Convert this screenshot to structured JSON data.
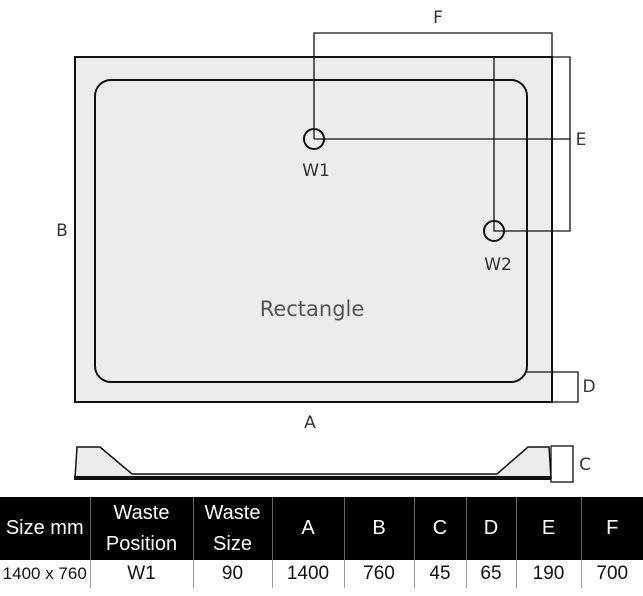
{
  "diagram": {
    "shape_label": "Rectangle",
    "dimension_labels": {
      "A": "A",
      "B": "B",
      "C": "C",
      "D": "D",
      "E": "E",
      "F": "F"
    },
    "waste_labels": [
      "W1",
      "W2"
    ],
    "colors": {
      "tray_fill": "#ececec",
      "line": "#111111",
      "header_bg": "#000000"
    }
  },
  "table": {
    "headers": [
      "Size mm",
      "Waste Position",
      "Waste Size",
      "A",
      "B",
      "C",
      "D",
      "E",
      "F"
    ],
    "rows": [
      [
        "1400 x 760",
        "W1",
        "90",
        "1400",
        "760",
        "45",
        "65",
        "190",
        "700"
      ]
    ]
  }
}
